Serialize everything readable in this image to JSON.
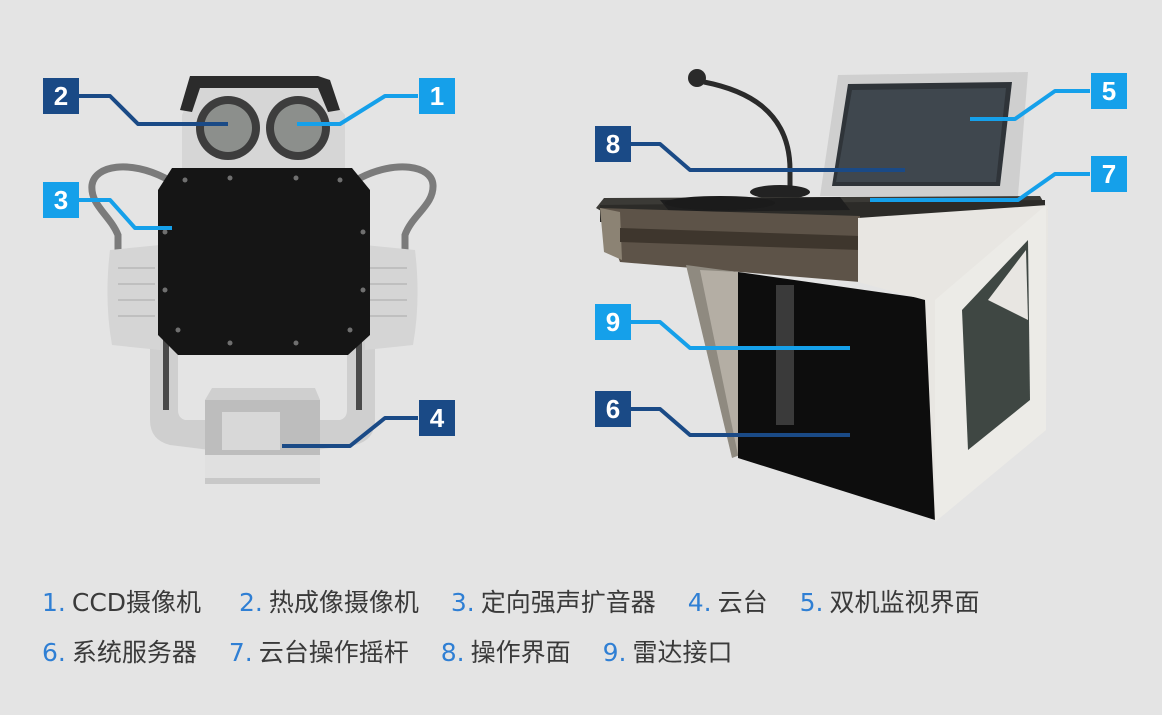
{
  "colors": {
    "background": "#e4e4e4",
    "badge_dark": "#1a4a86",
    "badge_light": "#15a0ea",
    "legend_number": "#2f7fd4",
    "legend_text": "#3a3a3a"
  },
  "callouts": [
    {
      "num": "1",
      "style": "light"
    },
    {
      "num": "2",
      "style": "dark"
    },
    {
      "num": "3",
      "style": "light"
    },
    {
      "num": "4",
      "style": "dark"
    },
    {
      "num": "5",
      "style": "light"
    },
    {
      "num": "6",
      "style": "dark"
    },
    {
      "num": "7",
      "style": "light"
    },
    {
      "num": "8",
      "style": "dark"
    },
    {
      "num": "9",
      "style": "light"
    }
  ],
  "legend": {
    "row1": [
      {
        "num": "1.",
        "label": "CCD摄像机"
      },
      {
        "num": "2.",
        "label": "热成像摄像机"
      },
      {
        "num": "3.",
        "label": "定向强声扩音器"
      },
      {
        "num": "4.",
        "label": "云台"
      },
      {
        "num": "5.",
        "label": "双机监视界面"
      }
    ],
    "row2": [
      {
        "num": "6.",
        "label": "系统服务器"
      },
      {
        "num": "7.",
        "label": "云台操作摇杆"
      },
      {
        "num": "8.",
        "label": "操作界面"
      },
      {
        "num": "9.",
        "label": "雷达接口"
      }
    ]
  }
}
